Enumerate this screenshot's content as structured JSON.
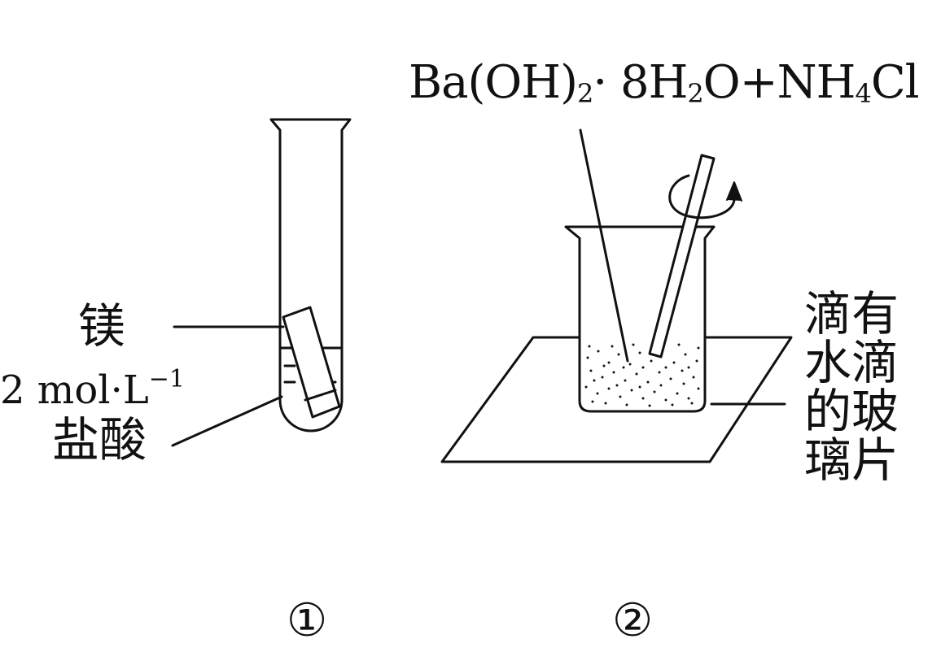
{
  "figure1": {
    "label_metal": "镁",
    "label_conc_value": "2 mol",
    "label_conc_dot": "·",
    "label_conc_unit": "L",
    "label_conc_exp": "−1",
    "label_acid": "盐酸",
    "number": "①"
  },
  "figure2": {
    "formula": {
      "p1": "Ba(OH)",
      "s1": "2",
      "p2": "· 8H",
      "s2": "2",
      "p3": "O+NH",
      "s3": "4",
      "p4": "Cl"
    },
    "label_glass_line1": "滴有",
    "label_glass_line2": "水滴",
    "label_glass_line3": "的玻",
    "label_glass_line4": "璃片",
    "number": "②"
  }
}
